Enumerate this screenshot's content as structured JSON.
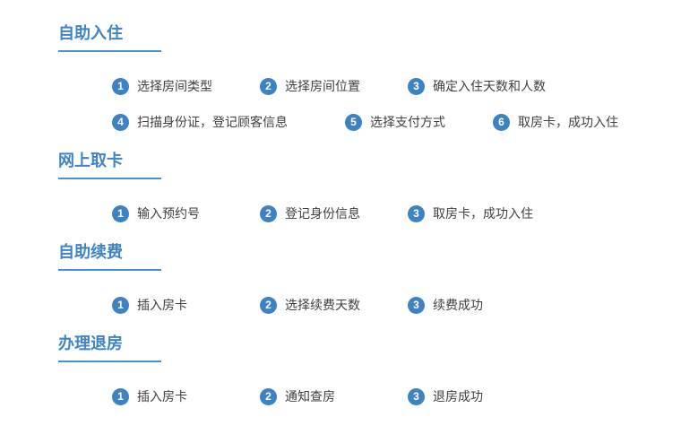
{
  "accent_color": "#3e84c6",
  "badge_color": "#3d82c4",
  "underline_color": "#4a8fce",
  "sections": [
    {
      "title": "自助入住",
      "rows": [
        [
          {
            "num": "1",
            "label": "选择房间类型"
          },
          {
            "num": "2",
            "label": "选择房间位置"
          },
          {
            "num": "3",
            "label": "确定入住天数和人数"
          }
        ],
        [
          {
            "num": "4",
            "label": "扫描身份证，登记顾客信息"
          },
          {
            "num": "5",
            "label": "选择支付方式"
          },
          {
            "num": "6",
            "label": "取房卡，成功入住"
          }
        ]
      ]
    },
    {
      "title": "网上取卡",
      "rows": [
        [
          {
            "num": "1",
            "label": "输入预约号"
          },
          {
            "num": "2",
            "label": "登记身份信息"
          },
          {
            "num": "3",
            "label": "取房卡，成功入住"
          }
        ]
      ]
    },
    {
      "title": "自助续费",
      "rows": [
        [
          {
            "num": "1",
            "label": "插入房卡"
          },
          {
            "num": "2",
            "label": "选择续费天数"
          },
          {
            "num": "3",
            "label": "续费成功"
          }
        ]
      ]
    },
    {
      "title": "办理退房",
      "rows": [
        [
          {
            "num": "1",
            "label": "插入房卡"
          },
          {
            "num": "2",
            "label": "通知查房"
          },
          {
            "num": "3",
            "label": "退房成功"
          }
        ]
      ]
    }
  ]
}
